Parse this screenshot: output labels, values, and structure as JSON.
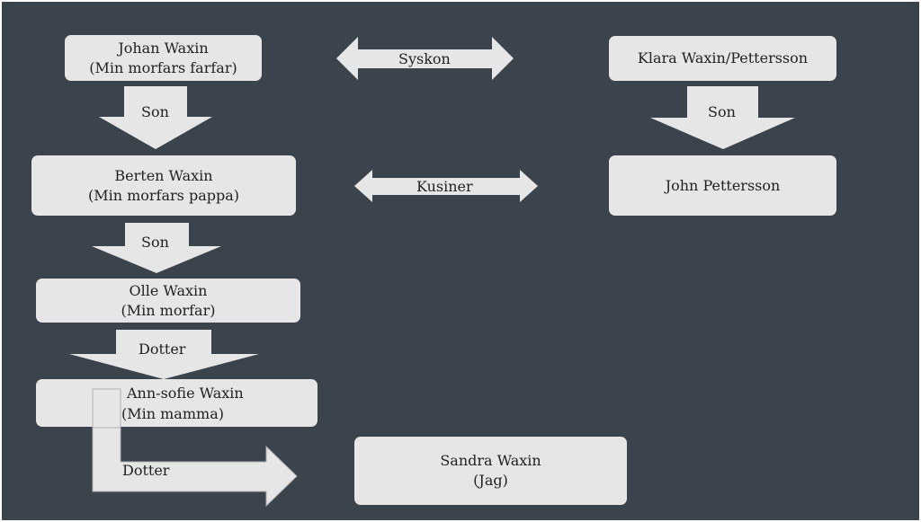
{
  "people": {
    "johan": {
      "name": "Johan Waxin",
      "note": "(Min morfars farfar)"
    },
    "klara": {
      "name": "Klara Waxin/Pettersson"
    },
    "berten": {
      "name": "Berten Waxin",
      "note": "(Min morfars pappa)"
    },
    "john": {
      "name": "John Pettersson"
    },
    "olle": {
      "name": "Olle Waxin",
      "note": "(Min morfar)"
    },
    "annsofie": {
      "name": "Ann-sofie Waxin",
      "note": "(Min mamma)"
    },
    "sandra": {
      "name": "Sandra Waxin",
      "note": "(Jag)"
    }
  },
  "relations": {
    "syskon": "Syskon",
    "kusiner": "Kusiner",
    "son_1": "Son",
    "son_2": "Son",
    "son_3": "Son",
    "dotter_1": "Dotter",
    "dotter_2": "Dotter"
  },
  "colors": {
    "background": "#3b444c",
    "box": "#e6e6e6",
    "text": "#222222"
  }
}
